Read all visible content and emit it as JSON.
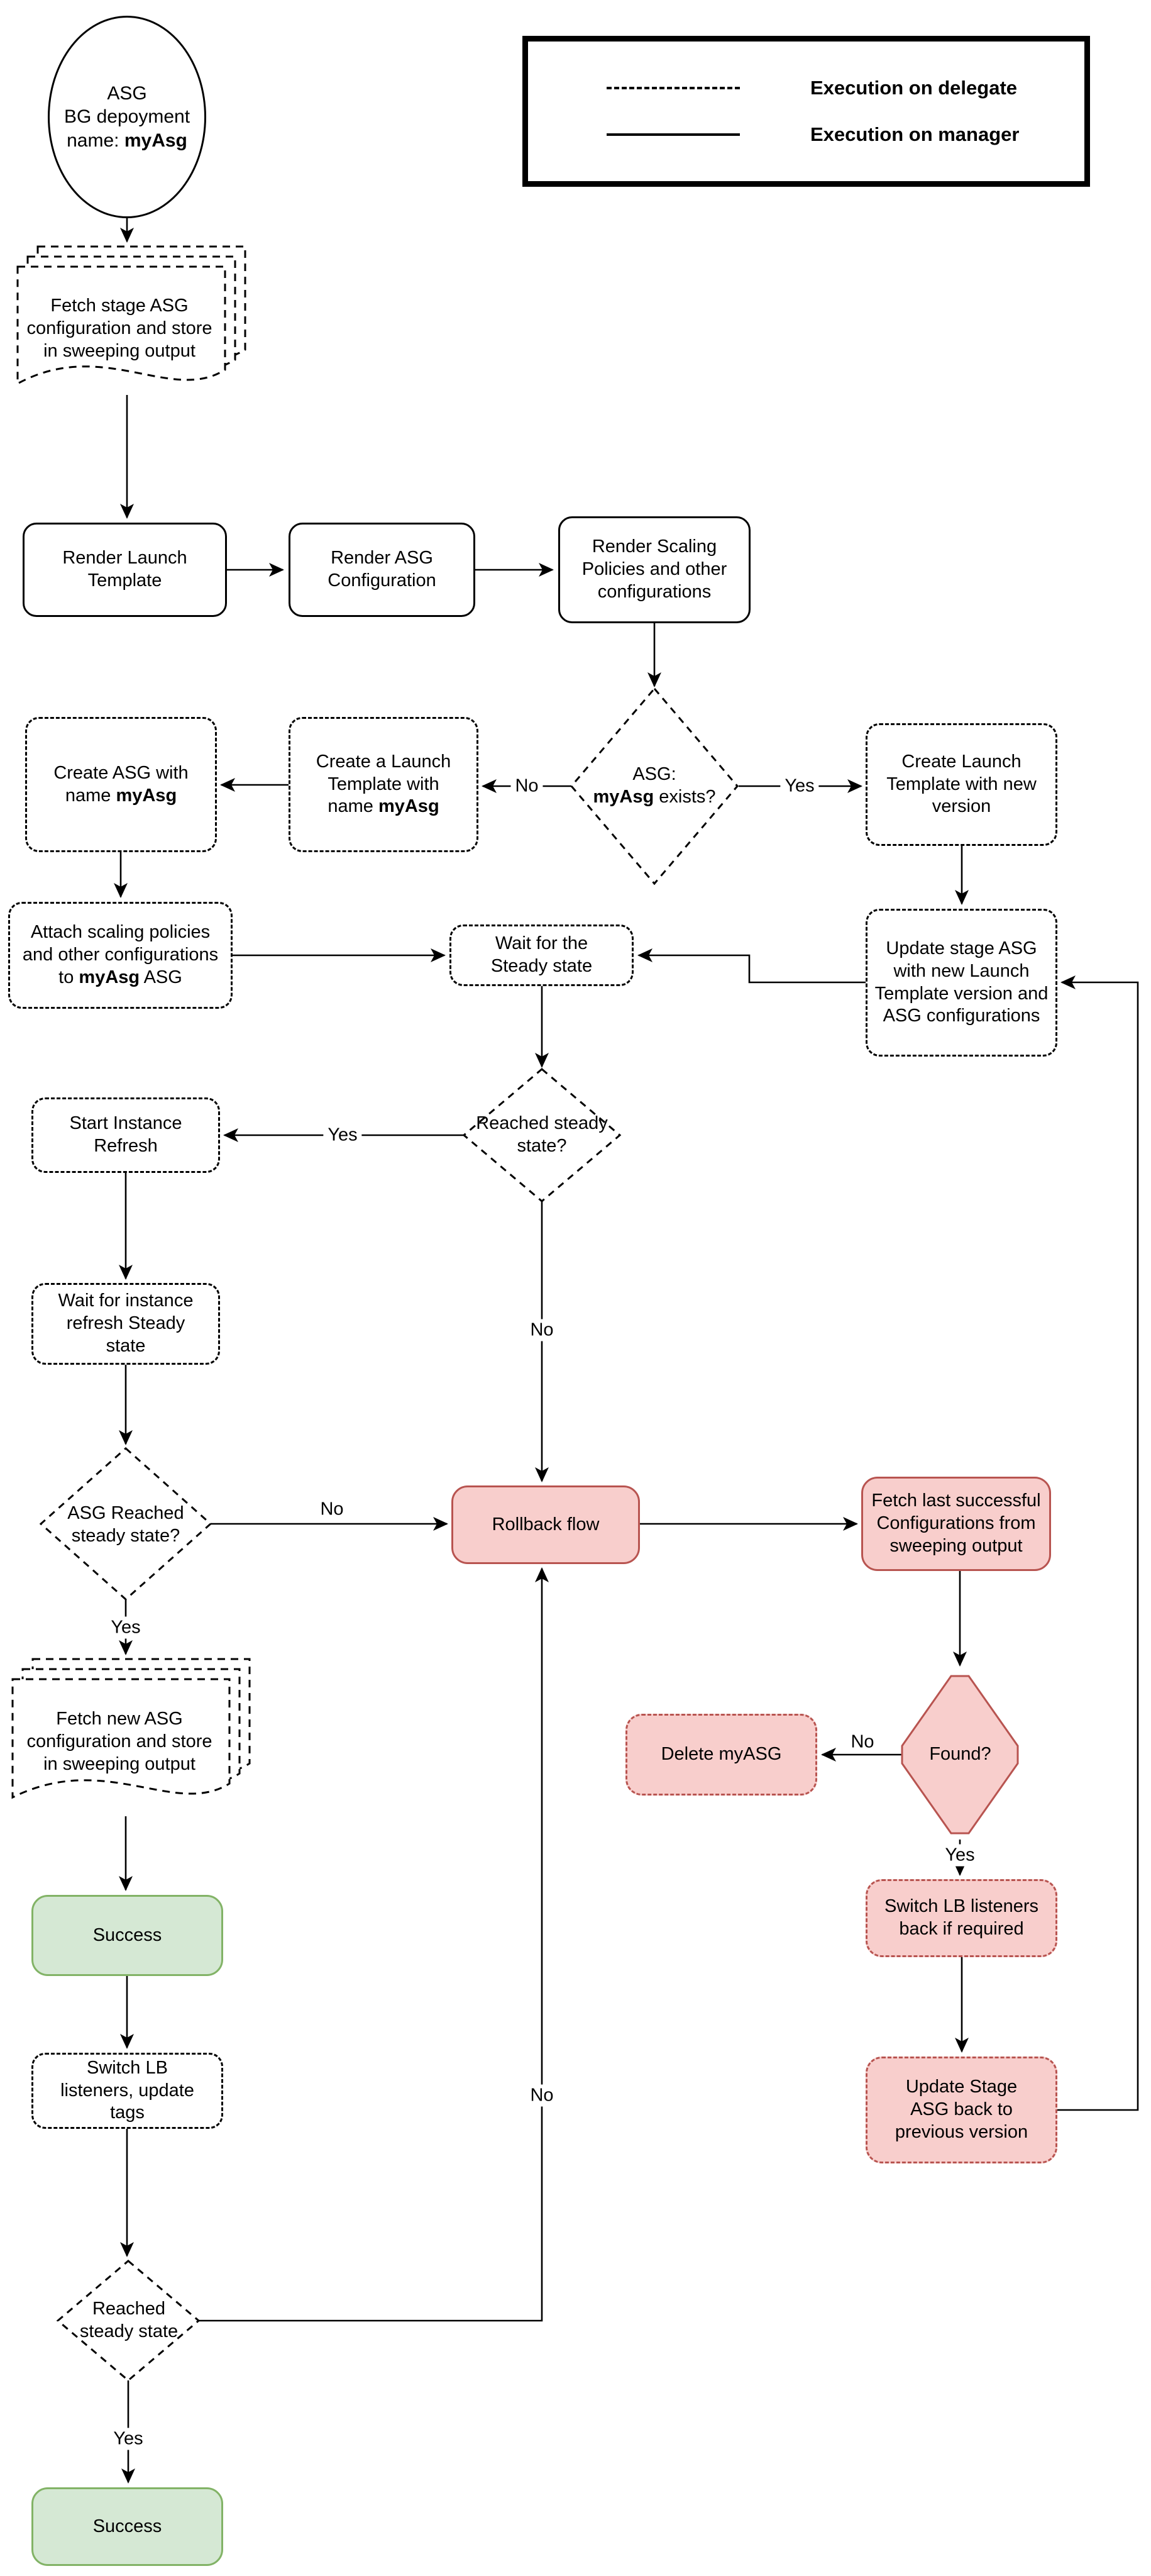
{
  "legend": {
    "items": [
      {
        "style": "dashed",
        "label": "Execution on delegate"
      },
      {
        "style": "solid",
        "label": "Execution on manager"
      }
    ]
  },
  "colors": {
    "line": "#000000",
    "danger_fill": "#f8cecc",
    "danger_border": "#b85450",
    "success_fill": "#d5e8d4",
    "success_border": "#82b366"
  },
  "edge_labels": {
    "yes": "Yes",
    "no": "No"
  },
  "nodes": {
    "start": {
      "line1": "ASG",
      "line2": "BG depoyment",
      "line3_pre": "name: ",
      "line3_bold": "myAsg"
    },
    "fetch_stage_config": {
      "text": "Fetch stage ASG configuration and store in sweeping output"
    },
    "render_launch_template": {
      "text": "Render Launch Template"
    },
    "render_asg_configuration": {
      "text": "Render ASG Configuration"
    },
    "render_scaling_policies": {
      "text": "Render Scaling Policies and other configurations"
    },
    "asg_exists": {
      "line1": "ASG:",
      "bold": "myAsg",
      "suffix": " exists?"
    },
    "create_launch_template_myasg": {
      "pre": "Create a Launch Template with name ",
      "bold": "myAsg"
    },
    "create_asg": {
      "pre": "Create ASG with name ",
      "bold": "myAsg"
    },
    "create_launch_template_new": {
      "text": "Create Launch Template with new version"
    },
    "update_stage_asg": {
      "text": "Update stage ASG with new Launch Template version and ASG configurations"
    },
    "attach_scaling_policies": {
      "pre": "Attach scaling policies and other configurations to ",
      "bold": "myAsg",
      "suffix": " ASG"
    },
    "wait_steady_state": {
      "text": "Wait for the Steady state"
    },
    "reached_steady_state": {
      "text": "Reached steady state?"
    },
    "start_instance_refresh": {
      "text": "Start Instance Refresh"
    },
    "wait_instance_refresh": {
      "text": "Wait for instance refresh Steady state"
    },
    "asg_reached_steady_state": {
      "text": "ASG Reached steady state?"
    },
    "rollback_flow": {
      "text": "Rollback flow"
    },
    "fetch_last_successful": {
      "text": "Fetch last successful Configurations from sweeping output"
    },
    "found": {
      "text": "Found?"
    },
    "delete_myasg": {
      "text": "Delete myASG"
    },
    "fetch_new_config": {
      "text": "Fetch new ASG configuration and store in sweeping output"
    },
    "success_main": {
      "text": "Success"
    },
    "switch_lb_listeners": {
      "text": "Switch LB listeners, update tags"
    },
    "switch_lb_back": {
      "text": "Switch LB listeners back if required"
    },
    "update_stage_back": {
      "text": "Update Stage ASG back to previous version"
    },
    "reached_steady_state_final": {
      "text": "Reached steady state"
    },
    "success_final": {
      "text": "Success"
    }
  }
}
